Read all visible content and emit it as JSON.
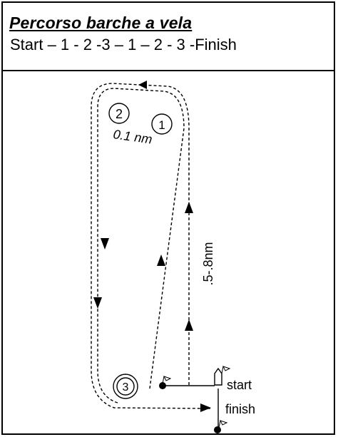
{
  "header": {
    "title": "Percorso barche a vela",
    "sequence": "Start – 1 - 2 -3 – 1 – 2 - 3 -Finish"
  },
  "course": {
    "marks": [
      {
        "label": "1"
      },
      {
        "label": "2"
      },
      {
        "label": "3"
      }
    ],
    "distance_short": "0.1 nm",
    "distance_long": ".5-.8nm",
    "start_label": "start",
    "finish_label": "finish"
  }
}
